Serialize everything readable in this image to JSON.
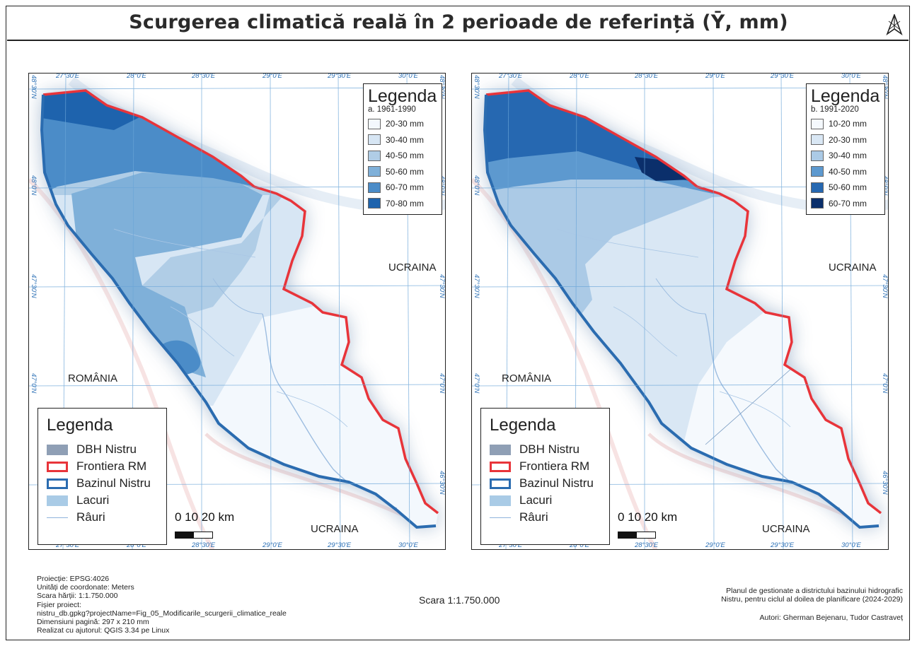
{
  "title": "Scurgerea climatică reală în 2 perioade de referință (Ȳ, mm)",
  "maps": [
    {
      "id": "a",
      "legend_title": "Legenda",
      "legend_subtitle": "a. 1961-1990",
      "classes": [
        {
          "label": "20-30 mm",
          "color": "#f3f8fd"
        },
        {
          "label": "30-40 mm",
          "color": "#d7e6f4"
        },
        {
          "label": "40-50 mm",
          "color": "#b0cde6"
        },
        {
          "label": "50-60 mm",
          "color": "#7fb0d9"
        },
        {
          "label": "60-70 mm",
          "color": "#4b8cc8"
        },
        {
          "label": "70-80 mm",
          "color": "#1e63ad"
        }
      ]
    },
    {
      "id": "b",
      "legend_title": "Legenda",
      "legend_subtitle": "b. 1991-2020",
      "classes": [
        {
          "label": "10-20 mm",
          "color": "#f5f9fd"
        },
        {
          "label": "20-30 mm",
          "color": "#d9e7f4"
        },
        {
          "label": "30-40 mm",
          "color": "#abcae6"
        },
        {
          "label": "40-50 mm",
          "color": "#5d99cf"
        },
        {
          "label": "50-60 mm",
          "color": "#2668b1"
        },
        {
          "label": "60-70 mm",
          "color": "#0b2f6b"
        }
      ]
    }
  ],
  "general_legend": {
    "title": "Legenda",
    "items": [
      {
        "label": "DBH Nistru",
        "color": "#8f9fb5"
      },
      {
        "label": "Frontiera RM",
        "color": "#e8343a"
      },
      {
        "label": "Bazinul Nistru",
        "color": "#2b6cb0"
      },
      {
        "label": "Lacuri",
        "color": "#a9cbe6"
      },
      {
        "label": "Râuri",
        "color": "#8fb3dc"
      }
    ]
  },
  "scale_text": "0  10 20 km",
  "coords": {
    "lon": [
      "27°30'E",
      "28°0'E",
      "28°30'E",
      "29°0'E",
      "29°30'E",
      "30°0'E"
    ],
    "lat": [
      "48°30'N",
      "48°0'N",
      "47°30'N",
      "47°0'N",
      "46°30'N"
    ]
  },
  "countries": {
    "romania": "ROMÂNIA",
    "ukraine": "UCRAINA"
  },
  "footer": {
    "left": [
      "Proiecție: EPSG:4026",
      "Unități de coordonate: Meters",
      "Scara hărții:  1:1.750.000",
      "Fișier proiect:",
      "nistru_db.gpkg?projectName=Fig_05_Modificarile_scurgerii_climatice_reale",
      "Dimensiuni pagină: 297 x 210 mm",
      "Realizat cu ajutorul: QGIS 3.34 pe Linux"
    ],
    "center": "Scara 1:1.750.000",
    "right": [
      "Planul de gestionate a districtului bazinului hidrografic",
      "Nistru, pentru ciclul al doilea de planificare (2024-2029)"
    ],
    "authors": "Autori: Gherman Bejenaru, Tudor Castraveț"
  }
}
